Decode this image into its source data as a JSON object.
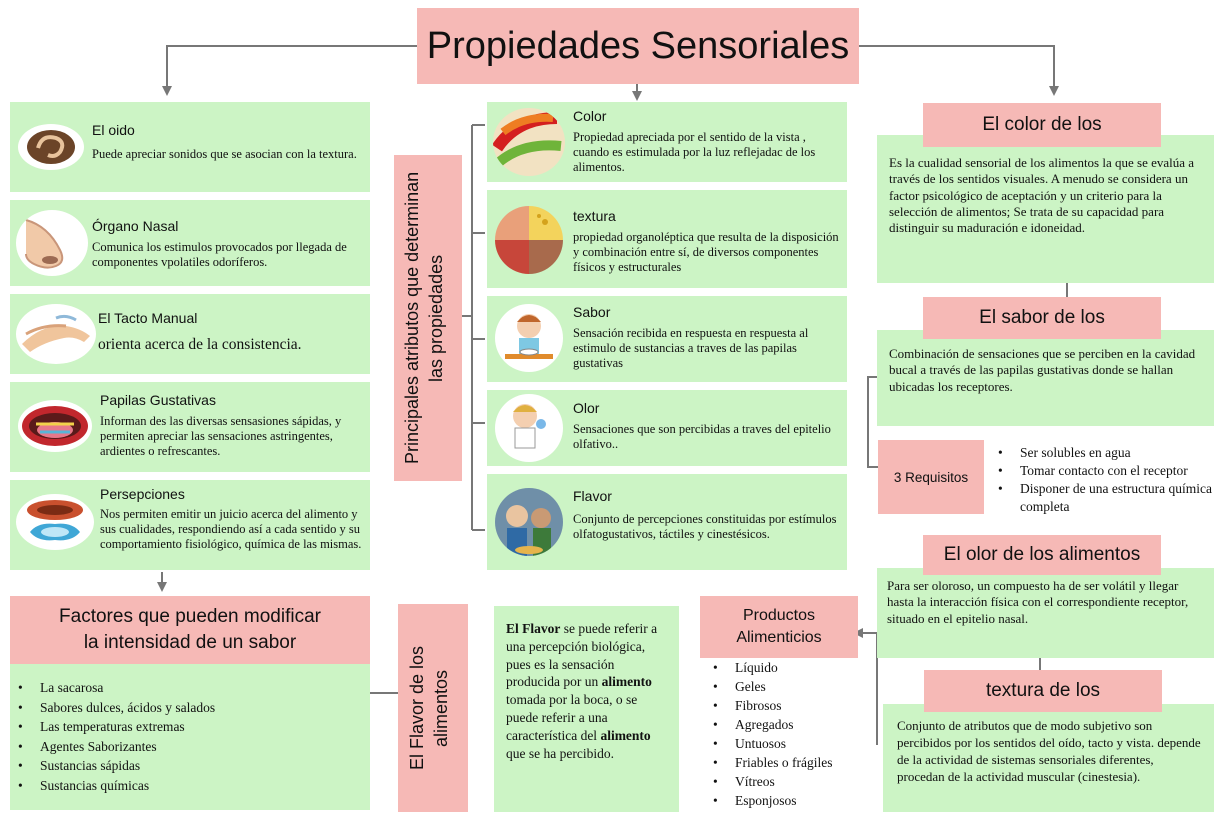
{
  "title": "Propiedades Sensoriales",
  "senses": [
    {
      "title": "El oido",
      "text": "Puede apreciar sonidos que se asocian con la textura.",
      "icon": "ear-icon"
    },
    {
      "title": "Órgano Nasal",
      "text": "Comunica los estimulos provocados por llegada de componentes vpolatiles odoríferos.",
      "icon": "nose-icon"
    },
    {
      "title": "El Tacto Manual",
      "text": "orienta acerca de la consistencia.",
      "icon": "hands-icon"
    },
    {
      "title": "Papilas Gustativas",
      "text": "Informan des las diversas sensasiones sápidas, y permiten apreciar las sensaciones astringentes, ardientes o refrescantes.",
      "icon": "mouth-icon"
    },
    {
      "title": "Persepciones",
      "text": "Nos permiten emitir un juicio acerca del alimento y sus cualidades, respondiendo así a cada sentido y su comportamiento fisiológico, química de las mismas.",
      "icon": "perception-icon"
    }
  ],
  "vertical_label": "Principales atributos que determinan las propiedades",
  "attributes": [
    {
      "title": "Color",
      "text": "Propiedad apreciada por el sentido de la vista , cuando es estimulada por la luz reflejadac de los alimentos.",
      "icon": "peppers-icon"
    },
    {
      "title": "textura",
      "text": "propiedad organoléptica que resulta de la disposición y combinación entre sí, de diversos componentes físicos y estructurales",
      "icon": "food-texture-icon"
    },
    {
      "title": "Sabor",
      "text": "Sensación recibida en respuesta en respuesta al estimulo de sustancias a traves de las papilas gustativas",
      "icon": "girl-eating-icon"
    },
    {
      "title": "Olor",
      "text": "Sensaciones que son percibidas a traves del epitelio olfativo..",
      "icon": "boy-smelling-icon"
    },
    {
      "title": "Flavor",
      "text": "Conjunto de percepciones constituidas por estímulos olfatogustativos, táctiles y cinestésicos.",
      "icon": "kids-eating-icon"
    }
  ],
  "color_section": {
    "title": "El color de los",
    "text": "Es la cualidad sensorial de los alimentos la que se evalúa a través de los sentidos visuales. A menudo se considera un factor psicológico de aceptación y un criterio para la selección de alimentos; Se trata de su capacidad para distinguir su maduración e idoneidad."
  },
  "sabor_section": {
    "title": "El sabor de los",
    "text": "Combinación de sensaciones que se perciben en la cavidad bucal a través de las papilas gustativas donde se hallan ubicadas los receptores."
  },
  "requisitos": {
    "label": "3 Requisitos",
    "items": [
      "Ser solubles en agua",
      "Tomar contacto con el receptor",
      "Disponer de una estructura química completa"
    ]
  },
  "olor_section": {
    "title": "El olor de los alimentos",
    "text": "Para ser oloroso, un compuesto ha de ser volátil y llegar hasta la interacción física con el correspondiente receptor, situado en el epitelio nasal."
  },
  "textura_section": {
    "title": "textura de los",
    "text": "Conjunto de atributos que de modo subjetivo son percibidos por los sentidos del oído, tacto y vista. depende de la actividad de sistemas sensoriales diferentes, procedan de la actividad muscular (cinestesia)."
  },
  "factores": {
    "title_line1": "Factores que pueden modificar",
    "title_line2": "la intensidad de un sabor",
    "items": [
      "La sacarosa",
      "Sabores dulces, ácidos y salados",
      "Las temperaturas extremas",
      "Agentes Saborizantes",
      "Sustancias sápidas",
      "Sustancias químicas"
    ]
  },
  "flavor_label": "El Flavor de los alimentos",
  "flavor_box": {
    "b1": "El Flavor",
    "t1": " se puede referir a una percepción biológica, pues es la sensación producida por un ",
    "b2": "alimento",
    "t2": " tomada por la boca, o se puede referir a una característica del ",
    "b3": "alimento",
    "t3": " que se ha percibido."
  },
  "productos": {
    "title_line1": "Productos",
    "title_line2": "Alimenticios",
    "items": [
      "Líquido",
      "Geles",
      "Fibrosos",
      "Agregados",
      "Untuosos",
      "Friables o frágiles",
      "Vítreos",
      "Esponjosos"
    ]
  },
  "colors": {
    "green_box": "#ccf4c5",
    "pink_box": "#f6b9b6",
    "connector": "#777777"
  }
}
